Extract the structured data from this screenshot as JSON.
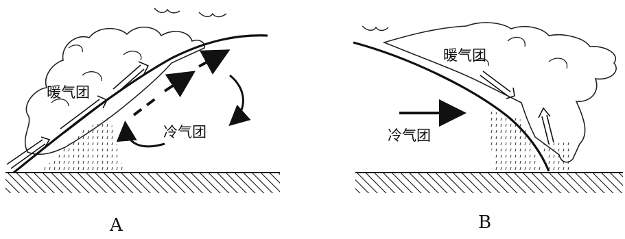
{
  "panels": [
    {
      "caption": "A",
      "warm_label": "暖气团",
      "cold_label": "冷气团"
    },
    {
      "caption": "B",
      "warm_label": "暖气团",
      "cold_label": "冷气团"
    }
  ],
  "colors": {
    "ink": "#111111",
    "cloud": "#222222",
    "ground": "#111111"
  }
}
